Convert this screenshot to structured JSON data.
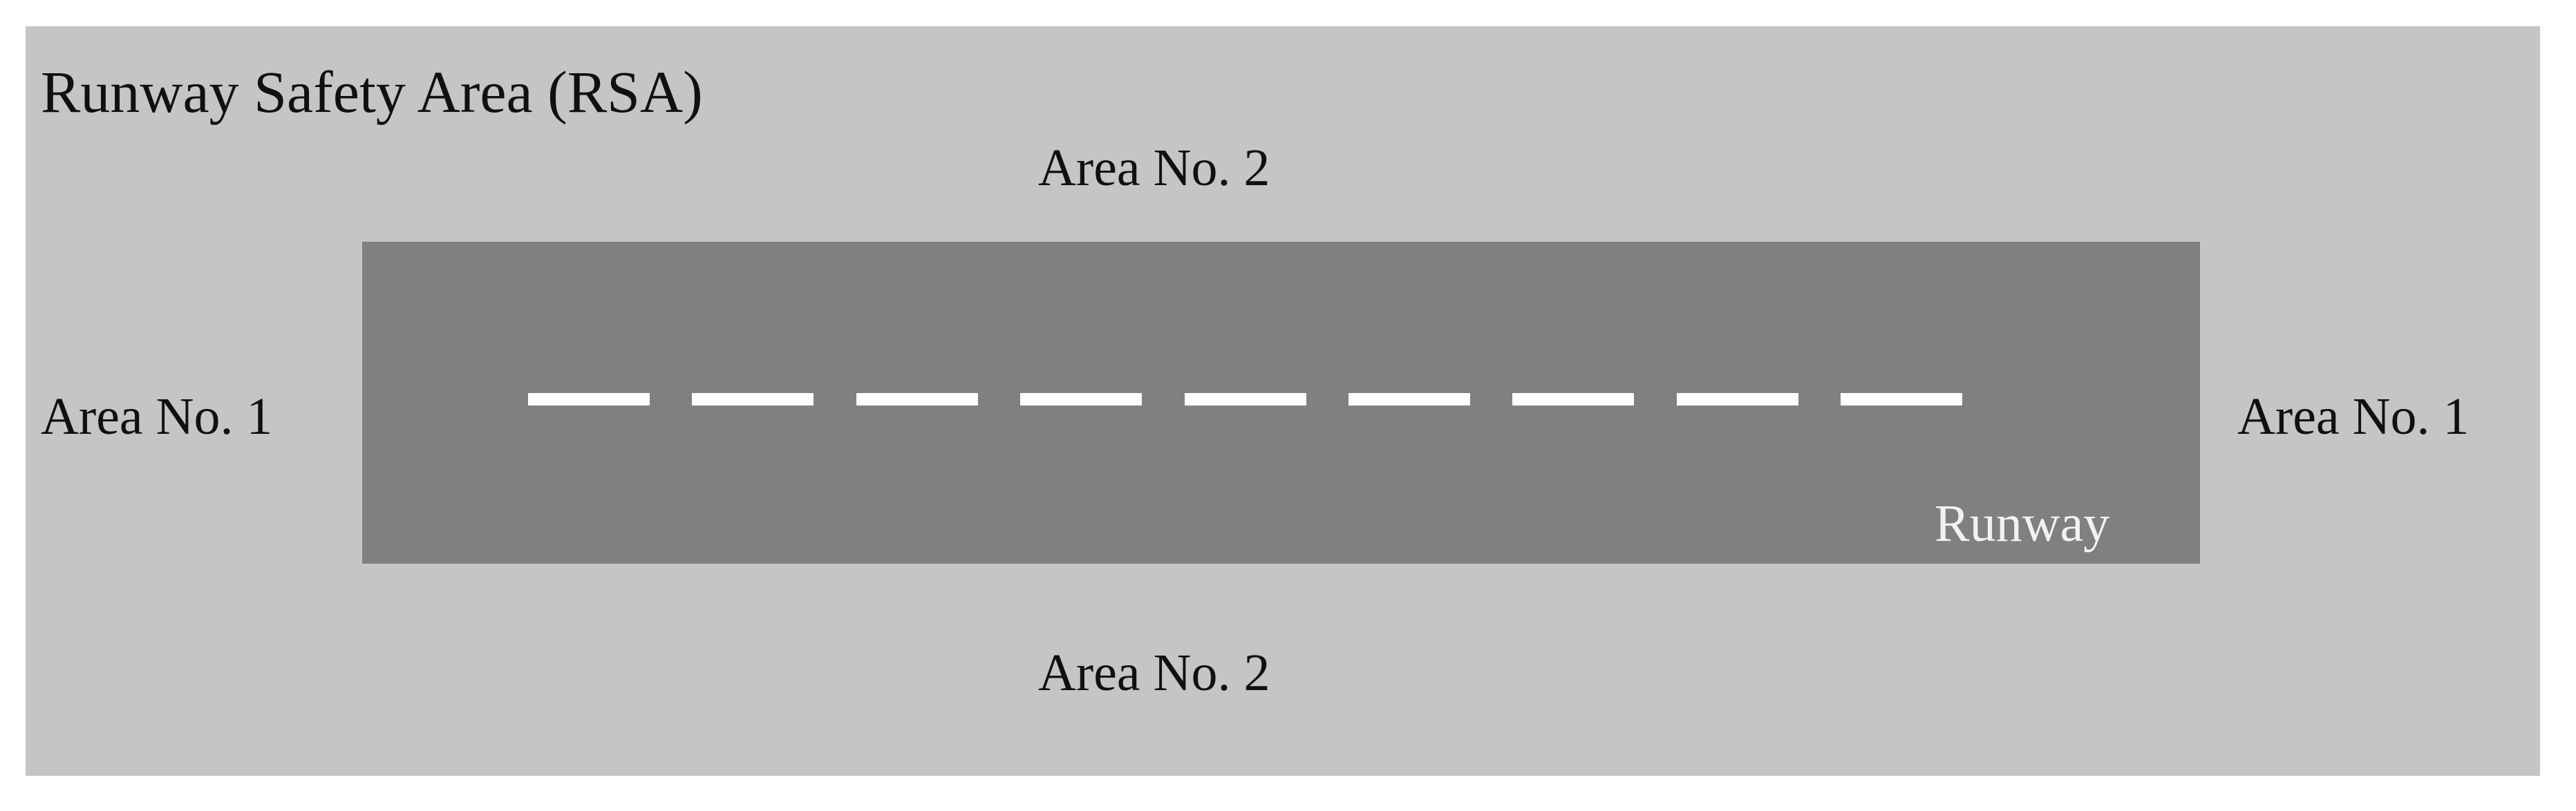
{
  "figure": {
    "type": "schematic-diagram",
    "subject": "Runway Safety Area (RSA)",
    "title": "Runway Safety Area (RSA)",
    "colors": {
      "page_background": "#ffffff",
      "safety_area_fill": "#c5c5c5",
      "runway_fill": "#808080",
      "centerline_marking": "#ffffff",
      "label_text": "#101010",
      "runway_label_text": "#f2f2f2"
    },
    "labels": {
      "title": "Runway Safety Area (RSA)",
      "area_no_2_top": "Area No. 2",
      "area_no_2_bottom": "Area No. 2",
      "area_no_1_left": "Area No. 1",
      "area_no_1_right": "Area No. 1",
      "runway": "Runway"
    },
    "runway": {
      "surface_label": "Runway",
      "centerline_dash_count": 9,
      "centerline_dashes": [
        1,
        2,
        3,
        4,
        5,
        6,
        7,
        8,
        9
      ]
    },
    "regions": [
      {
        "id": "area-1-left",
        "name": "Area No. 1",
        "position": "left of runway threshold"
      },
      {
        "id": "area-2-top",
        "name": "Area No. 2",
        "position": "above runway"
      },
      {
        "id": "area-1-right",
        "name": "Area No. 1",
        "position": "right of runway threshold"
      },
      {
        "id": "area-2-bottom",
        "name": "Area No. 2",
        "position": "below runway"
      }
    ]
  }
}
